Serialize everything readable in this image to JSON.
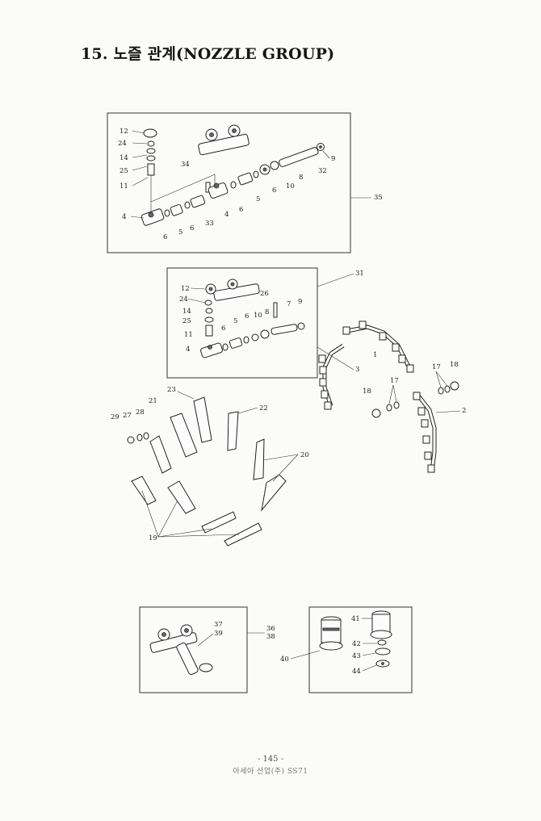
{
  "page": {
    "title": "15. 노즐 관계(NOZZLE GROUP)",
    "page_number": "- 145 -",
    "footer_text": "아세아 산업(주) SS71"
  },
  "callouts": {
    "box1": [
      "12",
      "24",
      "14",
      "25",
      "11",
      "34",
      "4",
      "6",
      "5",
      "6",
      "33",
      "4",
      "6",
      "5",
      "6",
      "10",
      "8",
      "32",
      "9",
      "35"
    ],
    "box2": [
      "31",
      "12",
      "24",
      "14",
      "25",
      "11",
      "4",
      "26",
      "6",
      "5",
      "6",
      "10",
      "8",
      "7",
      "9"
    ],
    "pipes": [
      "1",
      "3",
      "2",
      "17",
      "17",
      "18",
      "18"
    ],
    "brackets": [
      "23",
      "21",
      "22",
      "29",
      "27",
      "28",
      "20",
      "19"
    ],
    "box3": [
      "37",
      "39",
      "36",
      "38"
    ],
    "box4": [
      "40",
      "41",
      "42",
      "43",
      "44"
    ]
  }
}
